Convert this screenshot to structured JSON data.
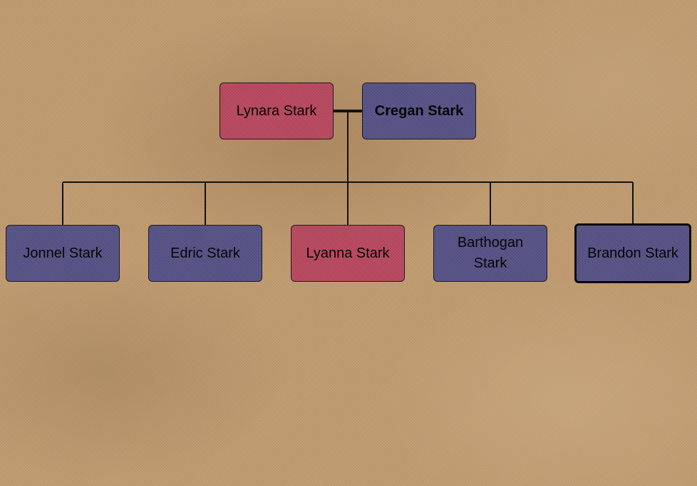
{
  "colors": {
    "female": "#b8485e",
    "male": "#565286",
    "line": "#111111",
    "background": "#c09b70"
  },
  "parents": [
    {
      "id": "lynara",
      "name": "Lynara Stark",
      "gender": "female"
    },
    {
      "id": "cregan",
      "name": "Cregan Stark",
      "gender": "male",
      "bold": true
    }
  ],
  "children": [
    {
      "id": "jonnel",
      "name": "Jonnel Stark",
      "gender": "male"
    },
    {
      "id": "edric",
      "name": "Edric Stark",
      "gender": "male"
    },
    {
      "id": "lyanna",
      "name": "Lyanna Stark",
      "gender": "female"
    },
    {
      "id": "barthogan",
      "name": "Barthogan Stark",
      "gender": "male"
    },
    {
      "id": "brandon",
      "name": "Brandon Stark",
      "gender": "male",
      "selected": true
    }
  ]
}
